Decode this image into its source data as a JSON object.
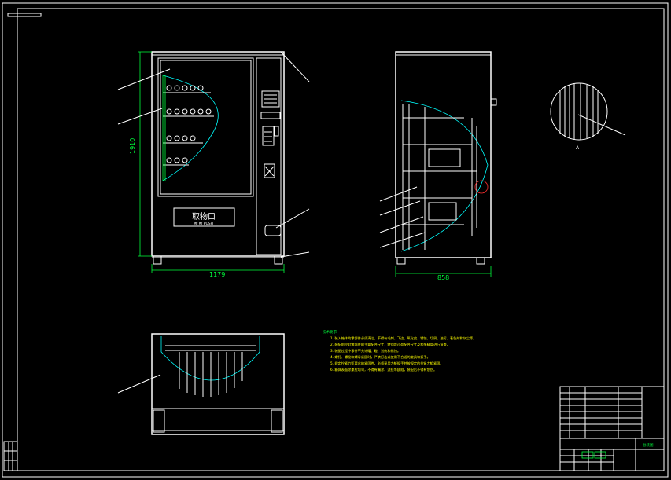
{
  "dimensions": {
    "height_front": "1910",
    "width_front": "1179",
    "width_side": "858"
  },
  "front_panel": {
    "pickup_label": "取物口",
    "pickup_sub": "推 推 PUSH"
  },
  "detail": {
    "label": "A"
  },
  "title_block": {
    "sheet_label": "总装图"
  },
  "notes": {
    "heading": "技术要求:",
    "lines": [
      "1. 装入箱体的零部件必须清洁，不得有毛刺、飞边、氧化皮、锈蚀、切屑、油污、着色剂和灰尘等。",
      "2. 装配前应对零部件的主要配合尺寸，特别是过盈配合尺寸及相关精度进行复查。",
      "3. 装配过程中零件不允许磕、碰、划伤和锈蚀。",
      "4. 螺钉、螺栓和螺母紧固时，严禁打击或使用不合适的旋具和扳手。",
      "5. 规定拧紧力矩要求的紧固件，必须采用力矩扳手并按规定的拧紧力矩紧固。",
      "6. 箱体表面涂漆应均匀，不得有漏涂、流挂等缺陷，装配后不得有划伤。"
    ]
  }
}
